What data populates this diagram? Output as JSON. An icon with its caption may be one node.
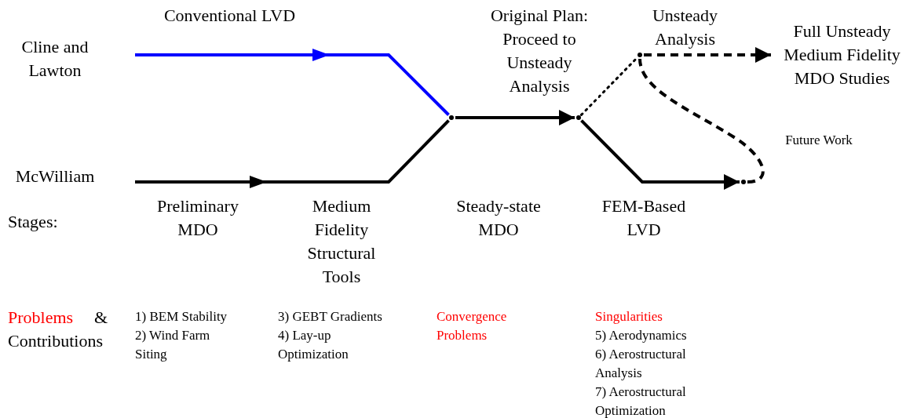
{
  "diagram": {
    "nodes": [
      {
        "text": [
          "Cline and Lawton"
        ]
      },
      {
        "text": [
          "McWilliam"
        ]
      },
      {
        "text": [],
        "shape": "point"
      },
      {
        "text": [],
        "shape": "point"
      },
      {
        "text": [],
        "shape": "point"
      },
      {
        "text": [
          "Full Unsteady Medium Fidelity MDO Studies"
        ]
      },
      {
        "text": [],
        "shape": "point"
      }
    ],
    "edges": [
      {
        "from": 0,
        "to": 2,
        "arrow": "to",
        "label": "Conventional LVD",
        "color": "#0000ff"
      },
      {
        "from": 1,
        "to": 2,
        "arrow": "to"
      },
      {
        "from": 2,
        "to": 3,
        "arrow": "to"
      },
      {
        "from": 3,
        "to": 4,
        "arrow": "none",
        "style": "dashed",
        "label": "Original Plan: Proceed to Unsteady Analysis"
      },
      {
        "from": 4,
        "to": 5,
        "arrow": "to",
        "style": "dashed",
        "label": "Unsteady Analysis"
      },
      {
        "from": 3,
        "to": 6,
        "arrow": "to"
      },
      {
        "from": 6,
        "to": 4,
        "arrow": "none",
        "style": "dashed",
        "label": "Future Work"
      }
    ],
    "labels": [
      "Stages:",
      "Preliminary MDO",
      "Medium Fidelity Structural Tools",
      "Steady-state MDO",
      "FEM-Based LVD",
      "Problems",
      "&",
      "Contributions",
      "1) BEM Stability",
      "2) Wind Farm Siting",
      "3) GEBT Gradients",
      "4) Lay-up Optimization",
      "Convergence Problems",
      "Singularities",
      "5) Aerodynamics",
      "6) Aerostructural Analysis",
      "7) Aerostructural Optimization"
    ]
  }
}
